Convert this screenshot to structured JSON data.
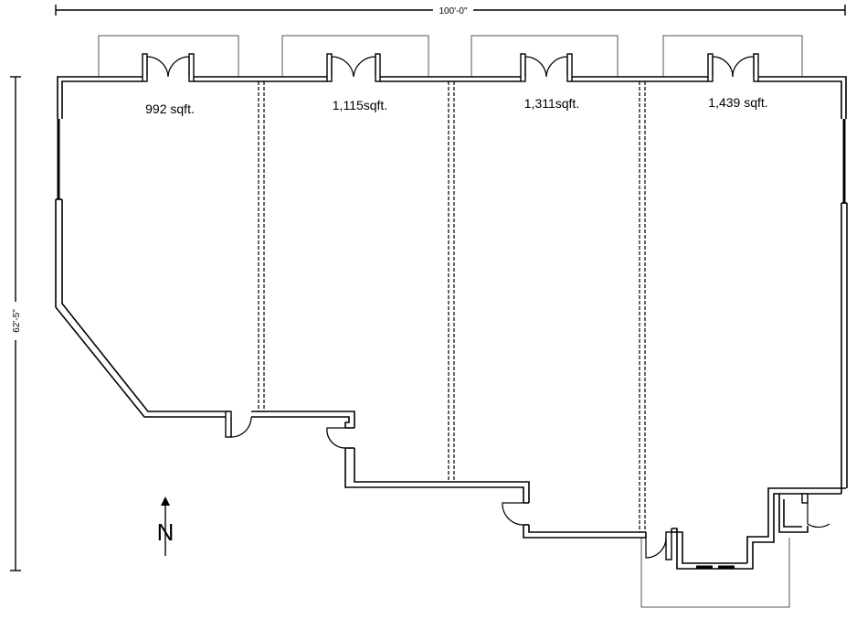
{
  "dimensions": {
    "width": "100'-0\"",
    "height": "62'-5\""
  },
  "units": [
    {
      "id": "unit-1",
      "area": "992 sqft."
    },
    {
      "id": "unit-2",
      "area": "1,115sqft."
    },
    {
      "id": "unit-3",
      "area": "1,311sqft."
    },
    {
      "id": "unit-4",
      "area": "1,439 sqft."
    }
  ],
  "north_arrow": {
    "letter": "N"
  }
}
